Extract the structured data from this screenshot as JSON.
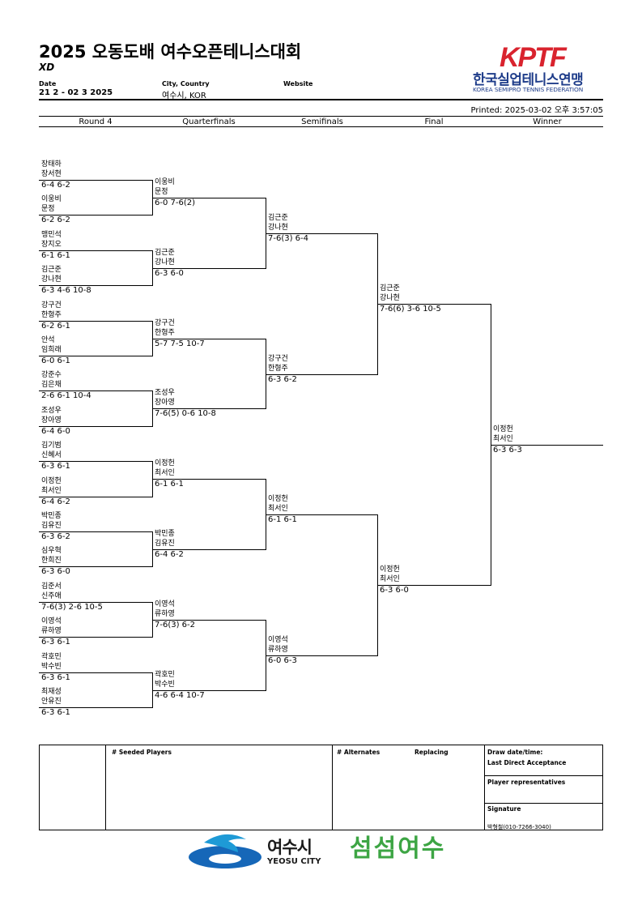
{
  "header": {
    "title": "2025 오동도배 여수오픈테니스대회",
    "event": "XD",
    "date_label": "Date",
    "date_value": "21 2 - 02 3 2025",
    "city_label": "City, Country",
    "city_value": "여수시, KOR",
    "website_label": "Website",
    "printed": "Printed: 2025-03-02 오후 3:57:05"
  },
  "logo": {
    "mark": "KPTF",
    "name_ko": "한국실업테니스연맹",
    "name_en": "KOREA SEMIPRO TENNIS FEDERATION",
    "brand_red": "#d9232e",
    "brand_blue": "#1f3d8a"
  },
  "rounds": [
    "Round 4",
    "Quarterfinals",
    "Semifinals",
    "Final",
    "Winner"
  ],
  "r4": [
    {
      "p1": "장태하",
      "p2": "장서현",
      "score": "6-4 6-2"
    },
    {
      "p1": "이웅비",
      "p2": "문정",
      "score": "6-2 6-2"
    },
    {
      "p1": "맹민석",
      "p2": "장지오",
      "score": "6-1 6-1"
    },
    {
      "p1": "김근준",
      "p2": "강나현",
      "score": "6-3 4-6 10-8"
    },
    {
      "p1": "강구건",
      "p2": "한형주",
      "score": "6-2 6-1"
    },
    {
      "p1": "안석",
      "p2": "임희래",
      "score": "6-0 6-1"
    },
    {
      "p1": "강준수",
      "p2": "김은채",
      "score": "2-6 6-1 10-4"
    },
    {
      "p1": "조성우",
      "p2": "장아영",
      "score": "6-4 6-0"
    },
    {
      "p1": "김기범",
      "p2": "신혜서",
      "score": "6-3 6-1"
    },
    {
      "p1": "이정헌",
      "p2": "최서인",
      "score": "6-4 6-2"
    },
    {
      "p1": "박민종",
      "p2": "김유진",
      "score": "6-3 6-2"
    },
    {
      "p1": "심우혁",
      "p2": "한희진",
      "score": "6-3 6-0"
    },
    {
      "p1": "김준서",
      "p2": "신주애",
      "score": "7-6(3) 2-6 10-5"
    },
    {
      "p1": "이영석",
      "p2": "류하영",
      "score": "6-3 6-1"
    },
    {
      "p1": "곽호민",
      "p2": "박수빈",
      "score": "6-3 6-1"
    },
    {
      "p1": "최재성",
      "p2": "안유진",
      "score": "6-3 6-1"
    }
  ],
  "qf": [
    {
      "p1": "이웅비",
      "p2": "문정",
      "score": "6-0 7-6(2)"
    },
    {
      "p1": "김근준",
      "p2": "강나현",
      "score": "6-3 6-0"
    },
    {
      "p1": "강구건",
      "p2": "한형주",
      "score": "5-7 7-5 10-7"
    },
    {
      "p1": "조성우",
      "p2": "장아영",
      "score": "7-6(5) 0-6 10-8"
    },
    {
      "p1": "이정헌",
      "p2": "최서인",
      "score": "6-1 6-1"
    },
    {
      "p1": "박민종",
      "p2": "김유진",
      "score": "6-4 6-2"
    },
    {
      "p1": "이영석",
      "p2": "류하영",
      "score": "7-6(3) 6-2"
    },
    {
      "p1": "곽호민",
      "p2": "박수빈",
      "score": "4-6 6-4 10-7"
    }
  ],
  "sf": [
    {
      "p1": "김근준",
      "p2": "강나현",
      "score": "7-6(3) 6-4"
    },
    {
      "p1": "강구건",
      "p2": "한형주",
      "score": "6-3 6-2"
    },
    {
      "p1": "이정헌",
      "p2": "최서인",
      "score": "6-1 6-1"
    },
    {
      "p1": "이영석",
      "p2": "류하영",
      "score": "6-0 6-3"
    }
  ],
  "final": [
    {
      "p1": "김근준",
      "p2": "강나현",
      "score": "7-6(6) 3-6 10-5"
    },
    {
      "p1": "이정헌",
      "p2": "최서인",
      "score": "6-3 6-0"
    }
  ],
  "winner": {
    "p1": "이정헌",
    "p2": "최서인",
    "score": "6-3 6-3"
  },
  "footer": {
    "seeded": "#   Seeded Players",
    "alternates": "# Alternates",
    "replacing": "Replacing",
    "draw_date": "Draw date/time:",
    "last_direct": "Last Direct Acceptance",
    "player_reps": "Player representatives",
    "signature": "Signature",
    "contact": "박형철(010-7266-3040)"
  },
  "sponsors": {
    "yeosu_ko": "여수시",
    "yeosu_en": "YEOSU CITY",
    "slogan": "섬섬여수"
  }
}
